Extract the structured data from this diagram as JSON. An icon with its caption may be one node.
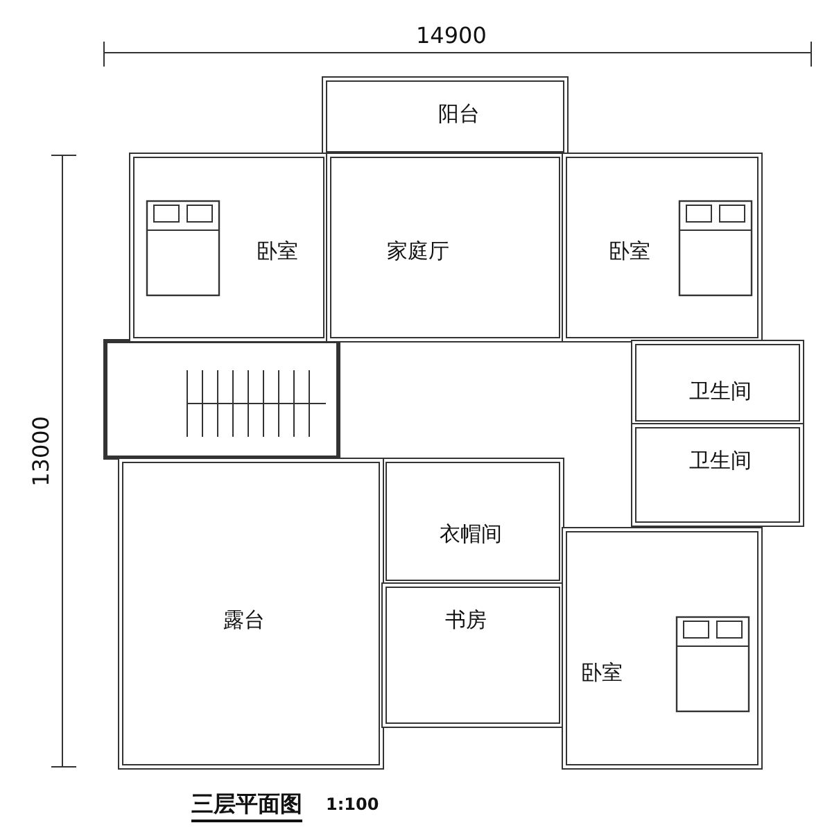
{
  "diagram": {
    "title": "三层平面图",
    "nodes": [
      {
        "text": [
          "阳台"
        ]
      },
      {
        "text": [
          "卧室"
        ]
      },
      {
        "text": [
          "家庭厅"
        ]
      },
      {
        "text": [
          "卧室"
        ]
      },
      {
        "text": [
          "卫生间"
        ]
      },
      {
        "text": [
          "卫生间"
        ]
      },
      {
        "text": [
          "衣帽间"
        ]
      },
      {
        "text": [
          "露台"
        ]
      },
      {
        "text": [
          "书房"
        ]
      },
      {
        "text": [
          "卧室"
        ]
      }
    ],
    "edges": [],
    "labels": [
      "14900",
      "13000",
      "1:100"
    ]
  }
}
